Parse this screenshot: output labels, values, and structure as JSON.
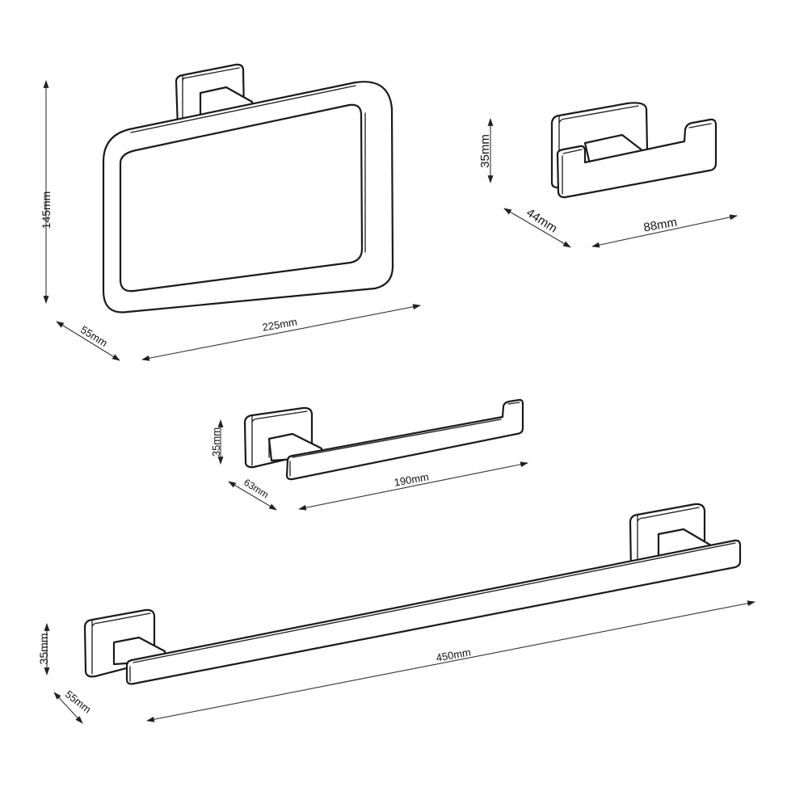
{
  "products": [
    {
      "id": "towel-ring",
      "name": "Towel ring",
      "dimensions": {
        "height": "145mm",
        "depth": "55mm",
        "width": "225mm"
      }
    },
    {
      "id": "double-robe-hook",
      "name": "Double robe hook",
      "dimensions": {
        "height": "35mm",
        "depth": "44mm",
        "width": "88mm"
      }
    },
    {
      "id": "toilet-paper-holder",
      "name": "Toilet paper holder",
      "dimensions": {
        "height": "35mm",
        "depth": "63mm",
        "width": "190mm"
      }
    },
    {
      "id": "towel-bar",
      "name": "Towel bar",
      "dimensions": {
        "height": "35mm",
        "depth": "55mm",
        "width": "450mm"
      }
    }
  ],
  "colors": {
    "line": "#1a1a1a",
    "background": "#ffffff"
  }
}
